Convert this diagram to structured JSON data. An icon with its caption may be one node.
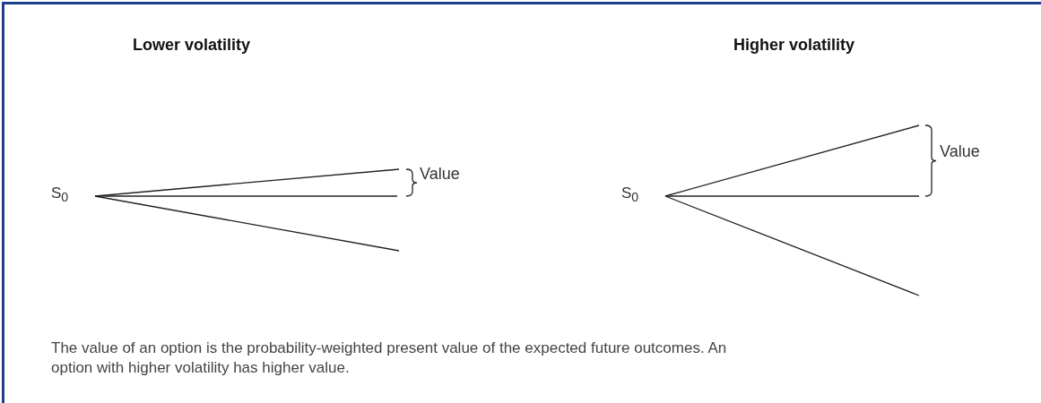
{
  "diagram": {
    "caption": "The value of an option is the probability-weighted present value of the expected future outcomes. An option with higher volatility has higher value.",
    "nodes": [
      {
        "text": [
          "S$_{0}$"
        ]
      },
      {
        "text": [
          "S$_{0}$"
        ]
      }
    ],
    "edges": [
      {
        "from": 0,
        "to": null,
        "arrow": "none"
      },
      {
        "from": 0,
        "to": null,
        "arrow": "none"
      },
      {
        "from": 0,
        "to": null,
        "arrow": "none"
      },
      {
        "from": 1,
        "to": null,
        "arrow": "none"
      },
      {
        "from": 1,
        "to": null,
        "arrow": "none"
      },
      {
        "from": 1,
        "to": null,
        "arrow": "none"
      }
    ],
    "labels": [
      "Lower volatility",
      "Higher volatility",
      "Value",
      "Value"
    ]
  }
}
